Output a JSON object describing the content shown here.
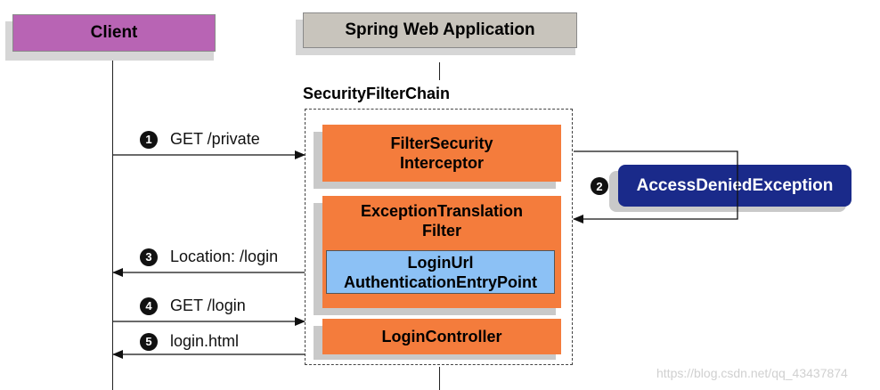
{
  "client": {
    "label": "Client"
  },
  "app": {
    "label": "Spring Web Application"
  },
  "chain": {
    "label": "SecurityFilterChain"
  },
  "filters": {
    "security_interceptor": {
      "line1": "FilterSecurity",
      "line2": "Interceptor"
    },
    "exception_translation": {
      "line1": "ExceptionTranslation",
      "line2": "Filter"
    },
    "entry_point": {
      "line1": "LoginUrl",
      "line2": "AuthenticationEntryPoint"
    },
    "login_controller": {
      "label": "LoginController"
    }
  },
  "exception": {
    "label": "AccessDeniedException"
  },
  "steps": [
    {
      "num": "1",
      "label": "GET /private"
    },
    {
      "num": "2",
      "label": ""
    },
    {
      "num": "3",
      "label": "Location: /login"
    },
    {
      "num": "4",
      "label": "GET /login"
    },
    {
      "num": "5",
      "label": "login.html"
    }
  ],
  "watermark": "https://blog.csdn.net/qq_43437874",
  "colors": {
    "client": "#b864b4",
    "app": "#c8c4bc",
    "filter": "#f47c3c",
    "entry_point": "#8cc1f5",
    "exception": "#1a2a8a"
  }
}
